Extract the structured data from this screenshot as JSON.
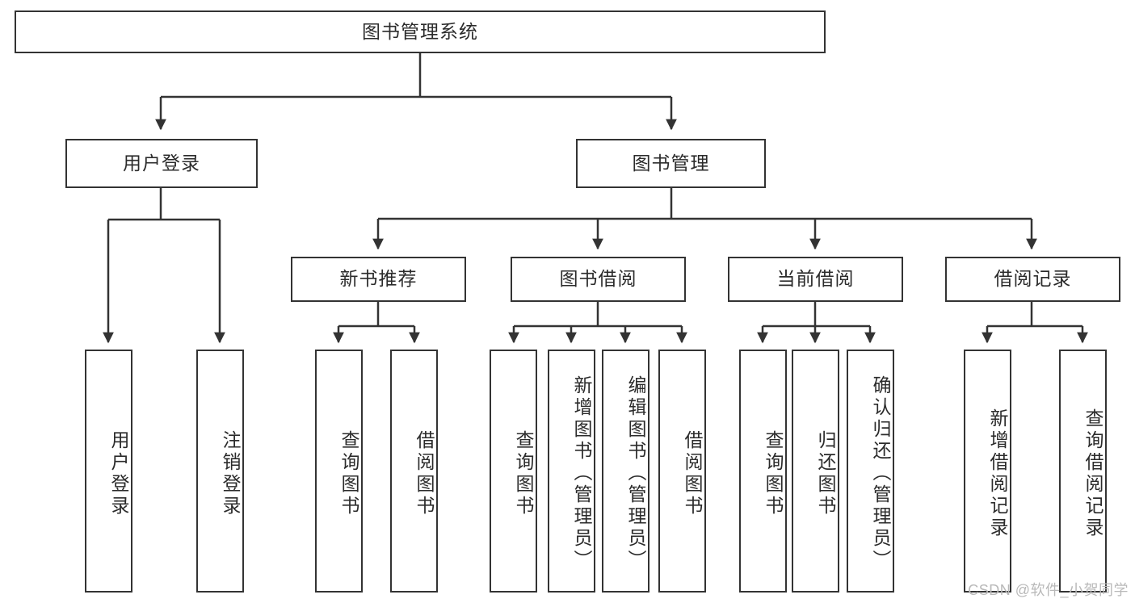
{
  "diagram": {
    "title": "图书管理系统",
    "type": "tree-hierarchy-chart",
    "background_color": "#ffffff",
    "line_color": "#333333",
    "text_color": "#2b2b2b",
    "watermark": "CSDN @软件_小贺同学"
  },
  "nodes": {
    "root": {
      "label": "图书管理系统"
    },
    "level2": [
      {
        "label": "用户登录"
      },
      {
        "label": "图书管理"
      }
    ],
    "level3": [
      {
        "label": "新书推荐"
      },
      {
        "label": "图书借阅"
      },
      {
        "label": "当前借阅"
      },
      {
        "label": "借阅记录"
      }
    ],
    "leaves_user_login": [
      {
        "label": "用户登录"
      },
      {
        "label": "注销登录"
      }
    ],
    "leaves_new_book": [
      {
        "label": "查询图书"
      },
      {
        "label": "借阅图书"
      }
    ],
    "leaves_borrow": [
      {
        "label": "查询图书"
      },
      {
        "label": "新增图书（管理员）"
      },
      {
        "label": "编辑图书（管理员）"
      },
      {
        "label": "借阅图书"
      }
    ],
    "leaves_current": [
      {
        "label": "查询图书"
      },
      {
        "label": "归还图书"
      },
      {
        "label": "确认归还（管理员）"
      }
    ],
    "leaves_records": [
      {
        "label": "新增借阅记录"
      },
      {
        "label": "查询借阅记录"
      }
    ]
  }
}
